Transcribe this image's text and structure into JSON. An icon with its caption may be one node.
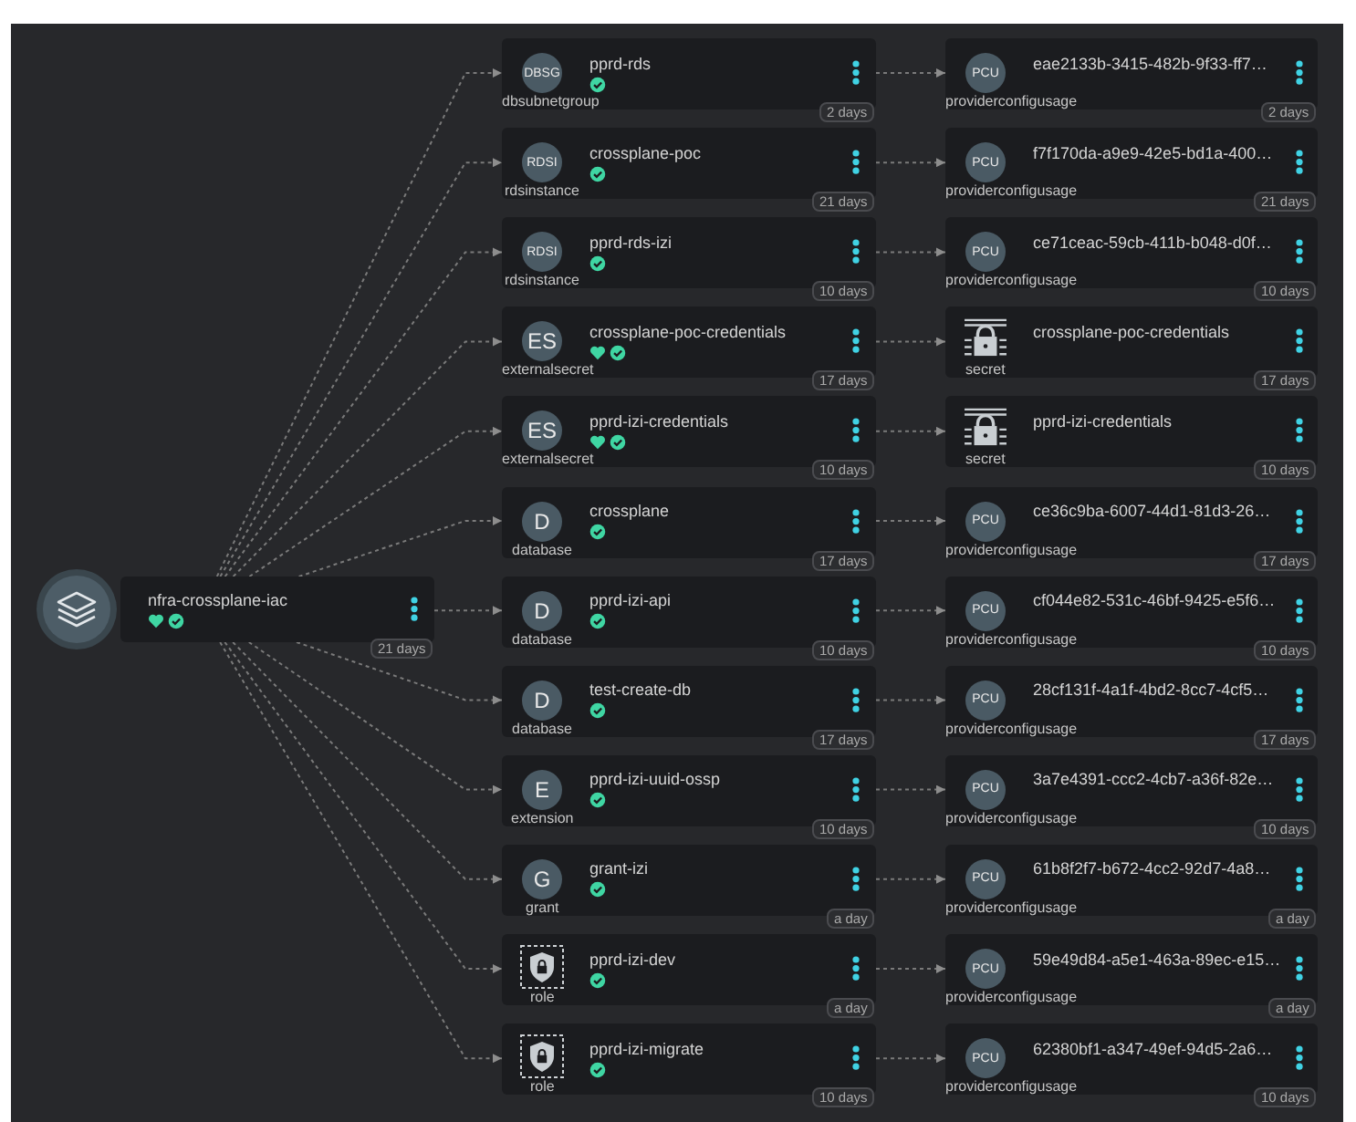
{
  "diagram": {
    "nodes": [
      {
        "text": [
          "nfra-crossplane-iac"
        ],
        "beside": [
          "21 days"
        ]
      },
      {
        "text": [
          "DBSG",
          "pprd-rds",
          "dbsubnetgroup"
        ],
        "beside": [
          "2 days"
        ]
      },
      {
        "text": [
          "RDSI",
          "crossplane-poc",
          "rdsinstance"
        ],
        "beside": [
          "21 days"
        ]
      },
      {
        "text": [
          "RDSI",
          "pprd-rds-izi",
          "rdsinstance"
        ],
        "beside": [
          "10 days"
        ]
      },
      {
        "text": [
          "ES",
          "crossplane-poc-credentials",
          "externalsecret"
        ],
        "beside": [
          "17 days"
        ]
      },
      {
        "text": [
          "ES",
          "pprd-izi-credentials",
          "externalsecret"
        ],
        "beside": [
          "10 days"
        ]
      },
      {
        "text": [
          "D",
          "crossplane",
          "database"
        ],
        "beside": [
          "17 days"
        ]
      },
      {
        "text": [
          "D",
          "pprd-izi-api",
          "database"
        ],
        "beside": [
          "10 days"
        ]
      },
      {
        "text": [
          "D",
          "test-create-db",
          "database"
        ],
        "beside": [
          "17 days"
        ]
      },
      {
        "text": [
          "E",
          "pprd-izi-uuid-ossp",
          "extension"
        ],
        "beside": [
          "10 days"
        ]
      },
      {
        "text": [
          "G",
          "grant-izi",
          "grant"
        ],
        "beside": [
          "a day"
        ]
      },
      {
        "text": [
          "pprd-izi-dev",
          "role"
        ],
        "beside": [
          "a day"
        ]
      },
      {
        "text": [
          "pprd-izi-migrate",
          "role"
        ],
        "beside": [
          "10 days"
        ]
      },
      {
        "text": [
          "PCU",
          "eae2133b-3415-482b-9f33-ff7…",
          "providerconfigusage"
        ],
        "beside": [
          "2 days"
        ]
      },
      {
        "text": [
          "PCU",
          "f7f170da-a9e9-42e5-bd1a-400…",
          "providerconfigusage"
        ],
        "beside": [
          "21 days"
        ]
      },
      {
        "text": [
          "PCU",
          "ce71ceac-59cb-411b-b048-d0f…",
          "providerconfigusage"
        ],
        "beside": [
          "10 days"
        ]
      },
      {
        "text": [
          "crossplane-poc-credentials",
          "secret"
        ],
        "beside": [
          "17 days"
        ]
      },
      {
        "text": [
          "pprd-izi-credentials",
          "secret"
        ],
        "beside": [
          "10 days"
        ]
      },
      {
        "text": [
          "PCU",
          "ce36c9ba-6007-44d1-81d3-26…",
          "providerconfigusage"
        ],
        "beside": [
          "17 days"
        ]
      },
      {
        "text": [
          "PCU",
          "cf044e82-531c-46bf-9425-e5f6…",
          "providerconfigusage"
        ],
        "beside": [
          "10 days"
        ]
      },
      {
        "text": [
          "PCU",
          "28cf131f-4a1f-4bd2-8cc7-4cf5…",
          "providerconfigusage"
        ],
        "beside": [
          "17 days"
        ]
      },
      {
        "text": [
          "PCU",
          "3a7e4391-ccc2-4cb7-a36f-82e…",
          "providerconfigusage"
        ],
        "beside": [
          "10 days"
        ]
      },
      {
        "text": [
          "PCU",
          "61b8f2f7-b672-4cc2-92d7-4a8…",
          "providerconfigusage"
        ],
        "beside": [
          "a day"
        ]
      },
      {
        "text": [
          "PCU",
          "59e49d84-a5e1-463a-89ec-e15…",
          "providerconfigusage"
        ],
        "beside": [
          "a day"
        ]
      },
      {
        "text": [
          "PCU",
          "62380bf1-a347-49ef-94d5-2a6…",
          "providerconfigusage"
        ],
        "beside": [
          "10 days"
        ]
      }
    ],
    "edges": [
      {
        "from": 0,
        "to": 1,
        "arrow": "to",
        "style": "dashed"
      },
      {
        "from": 0,
        "to": 2,
        "arrow": "to",
        "style": "dashed"
      },
      {
        "from": 0,
        "to": 3,
        "arrow": "to",
        "style": "dashed"
      },
      {
        "from": 0,
        "to": 4,
        "arrow": "to",
        "style": "dashed"
      },
      {
        "from": 0,
        "to": 5,
        "arrow": "to",
        "style": "dashed"
      },
      {
        "from": 0,
        "to": 6,
        "arrow": "to",
        "style": "dashed"
      },
      {
        "from": 0,
        "to": 7,
        "arrow": "to",
        "style": "dashed"
      },
      {
        "from": 0,
        "to": 8,
        "arrow": "to",
        "style": "dashed"
      },
      {
        "from": 0,
        "to": 9,
        "arrow": "to",
        "style": "dashed"
      },
      {
        "from": 0,
        "to": 10,
        "arrow": "to",
        "style": "dashed"
      },
      {
        "from": 0,
        "to": 11,
        "arrow": "to",
        "style": "dashed"
      },
      {
        "from": 0,
        "to": 12,
        "arrow": "to",
        "style": "dashed"
      },
      {
        "from": 1,
        "to": 13,
        "arrow": "to",
        "style": "dashed"
      },
      {
        "from": 2,
        "to": 14,
        "arrow": "to",
        "style": "dashed"
      },
      {
        "from": 3,
        "to": 15,
        "arrow": "to",
        "style": "dashed"
      },
      {
        "from": 4,
        "to": 16,
        "arrow": "to",
        "style": "dashed"
      },
      {
        "from": 5,
        "to": 17,
        "arrow": "to",
        "style": "dashed"
      },
      {
        "from": 6,
        "to": 18,
        "arrow": "to",
        "style": "dashed"
      },
      {
        "from": 7,
        "to": 19,
        "arrow": "to",
        "style": "dashed"
      },
      {
        "from": 8,
        "to": 20,
        "arrow": "to",
        "style": "dashed"
      },
      {
        "from": 9,
        "to": 21,
        "arrow": "to",
        "style": "dashed"
      },
      {
        "from": 10,
        "to": 22,
        "arrow": "to",
        "style": "dashed"
      },
      {
        "from": 11,
        "to": 23,
        "arrow": "to",
        "style": "dashed"
      },
      {
        "from": 12,
        "to": 24,
        "arrow": "to",
        "style": "dashed"
      }
    ]
  }
}
